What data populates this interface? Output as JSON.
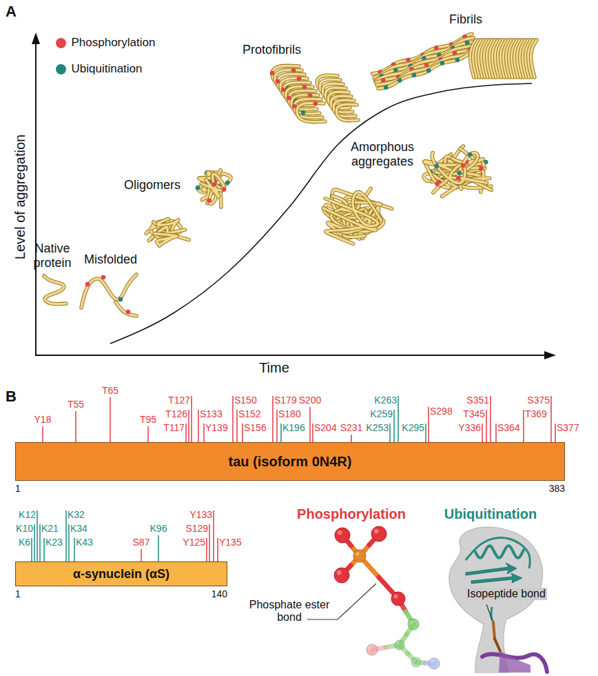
{
  "diagram": {
    "nodes": [
      {
        "text": [
          "tau (isoform 0N4R)"
        ]
      },
      {
        "text": [
          "α-synuclein (αS)"
        ]
      }
    ],
    "labels": [
      "A",
      "Level of aggregation",
      "Time",
      "Native protein",
      "Misfolded",
      "Oligomers",
      "Protofibrils",
      "Fibrils",
      "Amorphous aggregates",
      "B",
      "Y18",
      "T55",
      "T65",
      "T95",
      "T117",
      "T126",
      "T127",
      "S133",
      "Y139",
      "S150",
      "S152",
      "S156",
      "S179",
      "S180",
      "K196",
      "S200",
      "S204",
      "S231",
      "K253",
      "K259",
      "K263",
      "K295",
      "S298",
      "Y336",
      "T345",
      "S351",
      "S364",
      "T369",
      "S375",
      "S377",
      "1",
      "383",
      "K6",
      "K10",
      "K12",
      "K21",
      "K23",
      "K32",
      "K34",
      "K43",
      "S87",
      "K96",
      "Y125",
      "S129",
      "Y133",
      "Y135",
      "1",
      "140",
      "Phosphorylation",
      "Ubiquitination",
      "Phosphate ester bond",
      "Isopeptide bond"
    ],
    "legend": [
      {
        "text": "Phosphorylation",
        "color": "#e4444a"
      },
      {
        "text": "Ubiquitination",
        "color": "#23857a"
      }
    ]
  }
}
